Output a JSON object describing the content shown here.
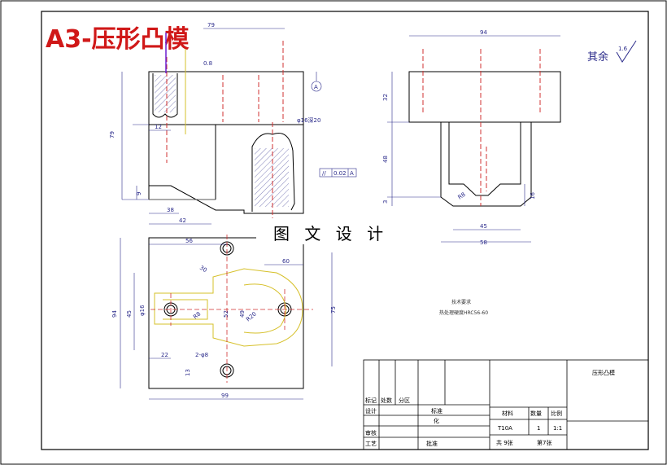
{
  "title": "A3-压形凸模",
  "watermark": "图 文 设 计",
  "roughness": {
    "label": "其余",
    "value": "1.6"
  },
  "top_view_dims": {
    "d1": "79",
    "d2": "79",
    "d3": "12",
    "d4": "9",
    "d5": "38",
    "d6": "42",
    "d7": "0.8",
    "thread": "φ16深20",
    "tolerance_symbol": "//",
    "tolerance_value": "0.02",
    "tolerance_datum": "A",
    "datum": "A"
  },
  "side_view_dims": {
    "width": "94",
    "h1": "32",
    "h2": "48",
    "h3": "3",
    "h4": "16",
    "w_inner": "45",
    "w_outer": "58",
    "r": "R8"
  },
  "plan_view_dims": {
    "d1": "56",
    "d2": "60",
    "d3": "94",
    "d4": "45",
    "d5": "52",
    "d6": "49",
    "d7": "75",
    "d8": "22",
    "d9": "99",
    "d10": "φ16",
    "d11": "R20",
    "d12": "R8",
    "d13": "2-φ8",
    "d14": "13",
    "d15": "30"
  },
  "notes": {
    "heading": "技术要求",
    "body": "热处理硬度HRC56-60"
  },
  "title_block": {
    "part_name": "压形凸模",
    "material_label": "材料",
    "quantity_label": "数量",
    "scale_label": "比例",
    "material": "T10A",
    "quantity": "1",
    "scale": "1:1",
    "sheets_total": "共 9张",
    "sheet_no": "第7张",
    "row_labels": [
      "标记",
      "处数",
      "分区",
      "设计",
      "审核",
      "工艺"
    ],
    "std_label": "标准",
    "std_label2": "化",
    "approve_label": "批准"
  }
}
